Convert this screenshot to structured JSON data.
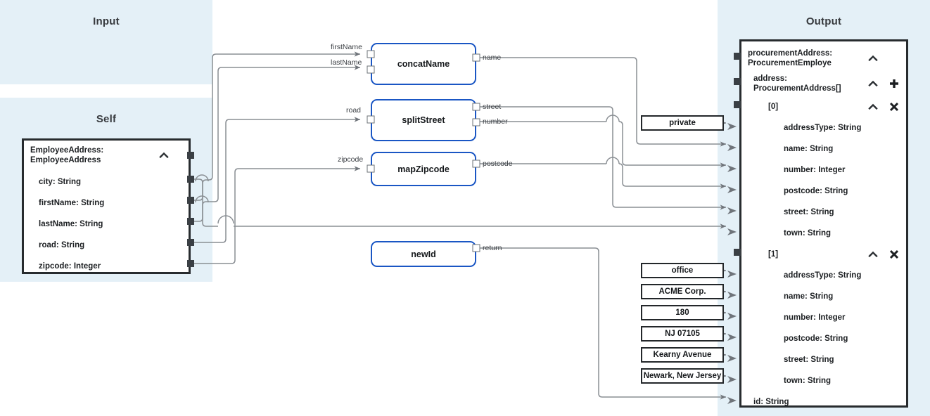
{
  "panels": {
    "input": {
      "title": "Input"
    },
    "self": {
      "title": "Self"
    },
    "output": {
      "title": "Output"
    }
  },
  "self_card": {
    "header": {
      "label": "EmployeeAddress:\nEmployeeAddress",
      "collapse_icon": "chevron-up-icon"
    },
    "fields": [
      {
        "label": "city: String"
      },
      {
        "label": "firstName: String"
      },
      {
        "label": "lastName: String"
      },
      {
        "label": "road: String"
      },
      {
        "label": "zipcode: Integer"
      }
    ]
  },
  "output_card": {
    "rows": [
      {
        "label": "procurementAddress:\nProcurementEmploye",
        "indent": 0,
        "chevron": true,
        "plus": false,
        "times": false,
        "port": "square"
      },
      {
        "label": "address:\nProcurementAddress[]",
        "indent": 1,
        "chevron": true,
        "plus": true,
        "times": false,
        "port": "square"
      },
      {
        "label": "[0]",
        "indent": 2,
        "chevron": true,
        "plus": false,
        "times": true,
        "port": "square"
      },
      {
        "label": "addressType: String",
        "indent": 3,
        "chevron": false,
        "plus": false,
        "times": false,
        "port": "arrow"
      },
      {
        "label": "name: String",
        "indent": 3,
        "chevron": false,
        "plus": false,
        "times": false,
        "port": "arrow"
      },
      {
        "label": "number: Integer",
        "indent": 3,
        "chevron": false,
        "plus": false,
        "times": false,
        "port": "arrow"
      },
      {
        "label": "postcode: String",
        "indent": 3,
        "chevron": false,
        "plus": false,
        "times": false,
        "port": "arrow"
      },
      {
        "label": "street: String",
        "indent": 3,
        "chevron": false,
        "plus": false,
        "times": false,
        "port": "arrow"
      },
      {
        "label": "town: String",
        "indent": 3,
        "chevron": false,
        "plus": false,
        "times": false,
        "port": "arrow"
      },
      {
        "label": "[1]",
        "indent": 2,
        "chevron": true,
        "plus": false,
        "times": true,
        "port": "square"
      },
      {
        "label": "addressType: String",
        "indent": 3,
        "chevron": false,
        "plus": false,
        "times": false,
        "port": "arrow"
      },
      {
        "label": "name: String",
        "indent": 3,
        "chevron": false,
        "plus": false,
        "times": false,
        "port": "arrow"
      },
      {
        "label": "number: Integer",
        "indent": 3,
        "chevron": false,
        "plus": false,
        "times": false,
        "port": "arrow"
      },
      {
        "label": "postcode: String",
        "indent": 3,
        "chevron": false,
        "plus": false,
        "times": false,
        "port": "arrow"
      },
      {
        "label": "street: String",
        "indent": 3,
        "chevron": false,
        "plus": false,
        "times": false,
        "port": "arrow"
      },
      {
        "label": "town: String",
        "indent": 3,
        "chevron": false,
        "plus": false,
        "times": false,
        "port": "arrow"
      },
      {
        "label": "id: String",
        "indent": 1,
        "chevron": false,
        "plus": false,
        "times": false,
        "port": "arrow"
      }
    ]
  },
  "function_nodes": [
    {
      "name": "concatName",
      "inputs": [
        {
          "label": "firstName"
        },
        {
          "label": "lastName"
        }
      ],
      "outputs": [
        {
          "label": "name"
        }
      ]
    },
    {
      "name": "splitStreet",
      "inputs": [
        {
          "label": "road"
        }
      ],
      "outputs": [
        {
          "label": "street"
        },
        {
          "label": "number"
        }
      ]
    },
    {
      "name": "mapZipcode",
      "inputs": [
        {
          "label": "zipcode"
        }
      ],
      "outputs": [
        {
          "label": "postcode"
        }
      ]
    },
    {
      "name": "newId",
      "inputs": [],
      "outputs": [
        {
          "label": "return"
        }
      ]
    }
  ],
  "constants": [
    {
      "value": "private"
    },
    {
      "value": "office"
    },
    {
      "value": "ACME Corp."
    },
    {
      "value": "180"
    },
    {
      "value": "NJ 07105"
    },
    {
      "value": "Kearny Avenue"
    },
    {
      "value": "Newark, New Jersey"
    }
  ],
  "colors": {
    "panel_bg": "#e4f0f7",
    "node_border": "#1a56c4",
    "card_border": "#272b2e",
    "wire": "#8a8f94",
    "text": "#1c1f22"
  }
}
